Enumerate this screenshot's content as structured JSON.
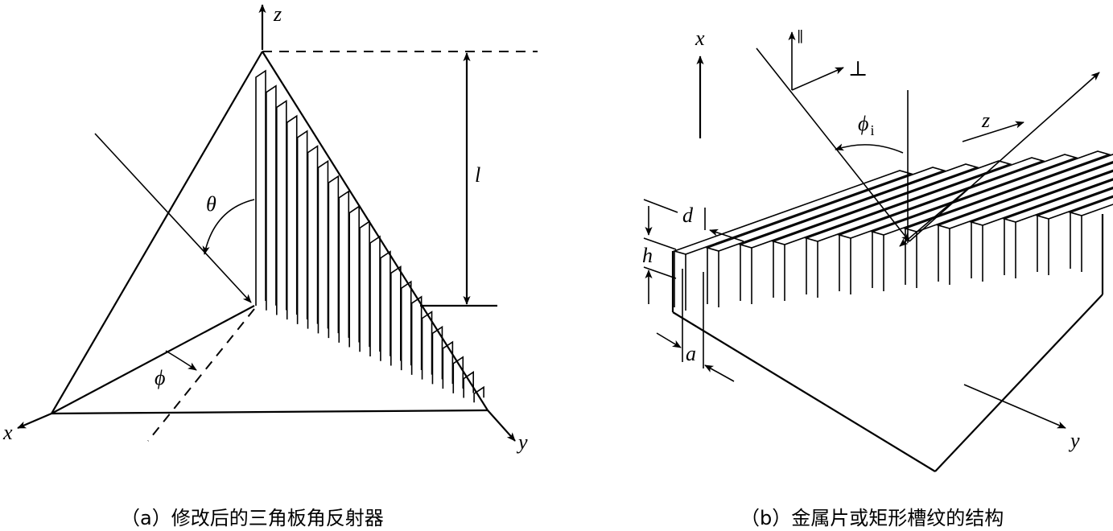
{
  "figure_a": {
    "caption": "（a）修改后的三角板角反射器",
    "axis_x": "x",
    "axis_y": "y",
    "axis_z": "z",
    "angle_theta": "θ",
    "angle_phi": "ϕ",
    "length_l": "l"
  },
  "figure_b": {
    "caption": "（b）金属片或矩形槽纹的结构",
    "axis_x": "x",
    "axis_y": "y",
    "axis_z": "z",
    "angle_phi": "ϕ",
    "angle_phi_sub": "i",
    "pol_parallel": "∥",
    "pol_perp": "⊥",
    "dim_d": "d",
    "dim_h": "h",
    "dim_a": "a"
  }
}
